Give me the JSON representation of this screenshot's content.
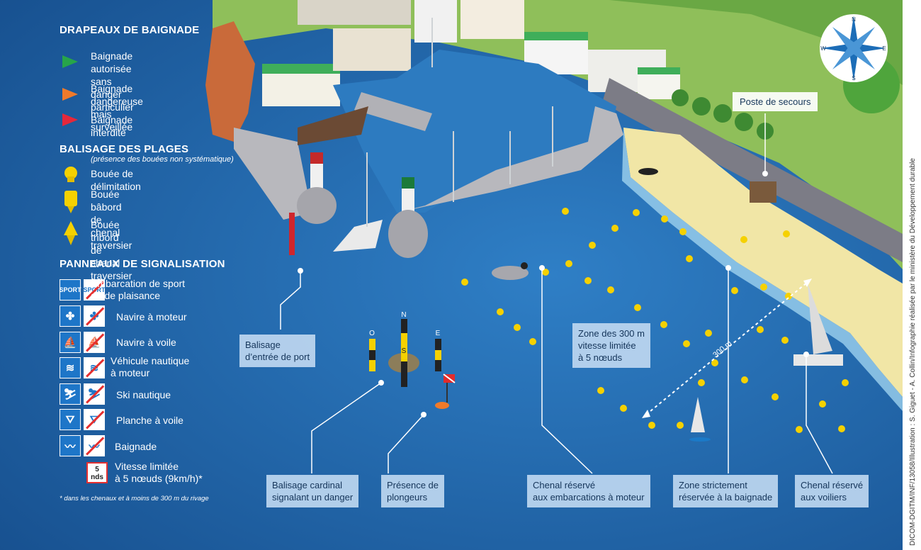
{
  "legend": {
    "flags_title": "DRAPEAUX DE BAIGNADE",
    "flags": [
      {
        "label": "Baignade autorisée\nsans danger particulier",
        "color": "#27a54a"
      },
      {
        "label": "Baignade dangereuse\nmais surveillée",
        "color": "#f07a2a"
      },
      {
        "label": "Baignade interdite",
        "color": "#e5283b"
      }
    ],
    "markers_title": "BALISAGE DES PLAGES",
    "markers_subtitle": "(présence des bouées non systématique)",
    "markers": [
      {
        "label": "Bouée de délimitation",
        "icon": "round-buoy-icon"
      },
      {
        "label": "Bouée bâbord\nde chenal traversier",
        "icon": "can-buoy-icon"
      },
      {
        "label": "Bouée tribord\nde chenal traversier",
        "icon": "cone-buoy-icon"
      }
    ],
    "signs_title": "PANNEAUX DE SIGNALISATION",
    "signs": [
      {
        "label": "Embarcation de sport\nou de plaisance",
        "icon": "sport-sign-icon",
        "text": "SPORT"
      },
      {
        "label": "Navire à moteur",
        "icon": "propeller-icon",
        "glyph": "✤"
      },
      {
        "label": "Navire à voile",
        "icon": "sailboat-icon",
        "glyph": "⛵"
      },
      {
        "label": "Véhicule nautique\nà moteur",
        "icon": "jetski-icon",
        "glyph": "≋"
      },
      {
        "label": "Ski nautique",
        "icon": "water-ski-icon",
        "glyph": "⛷"
      },
      {
        "label": "Planche à voile",
        "icon": "windsurf-icon",
        "glyph": "⛛"
      },
      {
        "label": "Baignade",
        "icon": "swimmer-icon",
        "glyph": "〰"
      }
    ],
    "speed_sign": {
      "number": "5",
      "unit": "nds",
      "label": "Vitesse limitée\nà 5 nœuds (9km/h)*"
    },
    "footnote": "* dans les chenaux et à moins de 300 m du rivage"
  },
  "callouts": {
    "port": "Balisage\nd’entrée de port",
    "zone300": "Zone des 300 m\nvitesse limitée\nà 5 nœuds",
    "cardinal": "Balisage cardinal\nsignalant un danger",
    "divers": "Présence de\nplongeurs",
    "motor_channel": "Chenal réservé\naux embarcations à moteur",
    "swim_zone": "Zone strictement\nréservée à la baignade",
    "sail_channel": "Chenal réservé\naux voiliers",
    "rescue": "Poste de secours"
  },
  "scene": {
    "distance_label": "300 m",
    "cardinal_letters": {
      "n": "N",
      "s": "S",
      "e": "E",
      "o": "O"
    },
    "compass": {
      "n": "N",
      "s": "S",
      "e": "E",
      "w": "W"
    }
  },
  "credit": "DICOM-DGITM/INF/13058/Illustration : S. Giguet - A. Collin/Infographie réalisée par le ministère du Développement durable",
  "colors": {
    "sea": "#1b5fa3",
    "beach": "#f1e6a6",
    "buoy": "#f5d100"
  }
}
